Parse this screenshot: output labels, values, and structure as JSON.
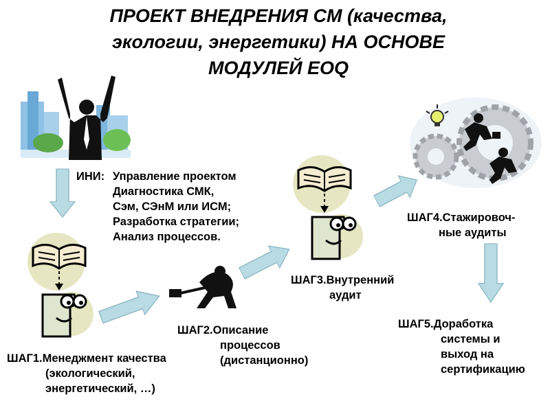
{
  "title": {
    "line1": "ПРОЕКТ ВНЕДРЕНИЯ СМ (качества,",
    "line2": "экологии, энергетики) НА ОСНОВЕ",
    "line3": "МОДУЛЕЙ EOQ"
  },
  "ini": {
    "label": "ИНИ:",
    "items": [
      "Управление проектом",
      "Диагностика СМК,",
      "Сэм, СЭнМ или ИСМ;",
      "Разработка стратегии;",
      "Анализ процессов."
    ]
  },
  "step1": {
    "lines": [
      "ШАГ1.Менеджмент качества",
      "(экологический,",
      "энергетический, …)"
    ]
  },
  "step2": {
    "lines": [
      "ШАГ2.Описание",
      "процессов",
      "(дистанционно)"
    ]
  },
  "step3": {
    "lines": [
      "ШАГ3.Внутренний",
      "аудит"
    ]
  },
  "step4": {
    "lines": [
      "ШАГ4.Стажировоч-",
      "ные аудиты"
    ]
  },
  "step5": {
    "lines": [
      "ШАГ5.Доработка",
      "системы и",
      "выход на",
      "сертификацию"
    ]
  },
  "colors": {
    "arrow_fill": "#b9dbe4",
    "arrow_stroke": "#8fb9c6",
    "circle_fill": "#e6e6c2",
    "face_fill": "#dfe6cf",
    "book_fill": "#f4ecd0",
    "sky_blue": "#6aa8d6",
    "gear_grey": "#b8bcc2"
  },
  "icons": [
    "person-raised-arms-icon",
    "book-idea-icon",
    "worker-hammer-icon",
    "teamwork-gears-icon"
  ]
}
